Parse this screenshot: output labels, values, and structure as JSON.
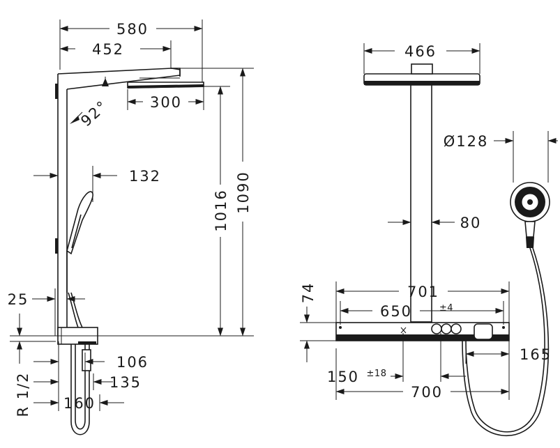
{
  "side_view": {
    "dim_width_total": "580",
    "dim_arm_length": "452",
    "dim_angle": "92°",
    "dim_head_diameter": "300",
    "dim_handshower_offset": "132",
    "dim_height_head": "1016",
    "dim_height_total": "1090",
    "dim_wall_offset": "25",
    "dim_depth_thermostat": "106",
    "dim_depth_mid": "135",
    "dim_depth_max": "160",
    "dim_thread": "R 1/2"
  },
  "front_view": {
    "dim_head_width": "466",
    "dim_handshower_diameter": "Ø128",
    "dim_pipe_width": "80",
    "dim_shelf_height": "74",
    "dim_shelf_width": "701",
    "dim_fixing_distance": "650",
    "dim_fixing_tolerance": "±4",
    "dim_outlet_height": "150",
    "dim_outlet_tolerance": "±18",
    "dim_total_width": "700",
    "dim_holder_offset": "165"
  },
  "icons": [
    "arrowhead-icon",
    "handshower-icon",
    "thermostat-icon"
  ]
}
